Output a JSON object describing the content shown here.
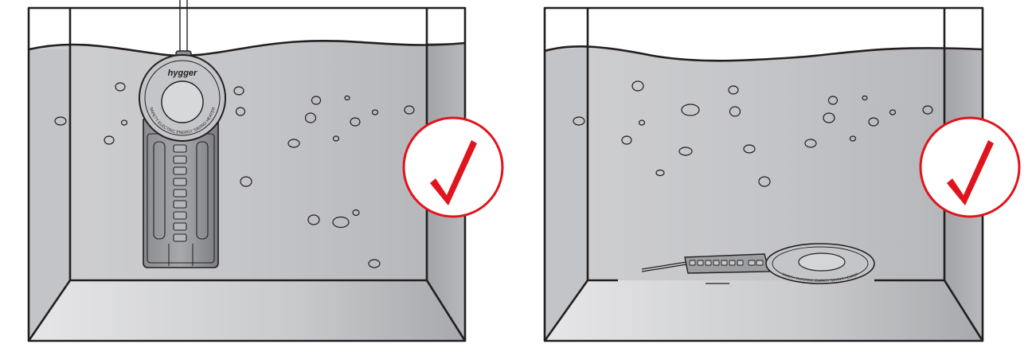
{
  "panels": [
    {
      "id": "left",
      "heater": {
        "brand": "hygger",
        "ring_text": "SAFETY ELECTRIC ENERGY SAVING HEATER"
      },
      "badge": {
        "icon": "checkmark-icon",
        "color": "#e0141c"
      }
    },
    {
      "id": "right",
      "heater": {
        "ring_text": "SAFETY ELECTRIC ENERGY SAVING HEATER"
      },
      "badge": {
        "icon": "checkmark-icon",
        "color": "#e0141c"
      }
    }
  ],
  "colors": {
    "water_light": "#d6d6d8",
    "water_dark": "#a9aaad",
    "outline": "#231f20",
    "badge_red": "#e0141c"
  }
}
